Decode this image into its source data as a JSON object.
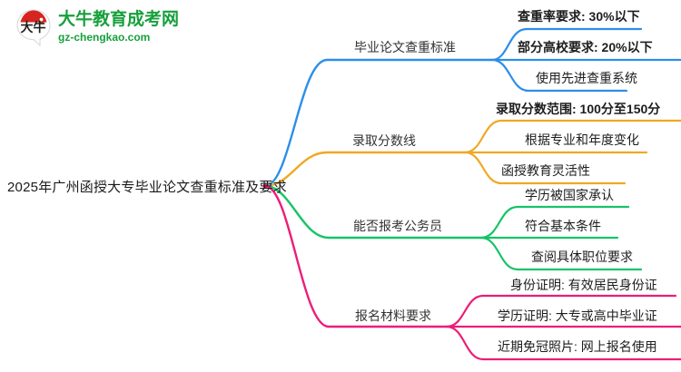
{
  "logo": {
    "name": "大牛教育成考网",
    "domain": "gz-chengkao.com",
    "mark_text": "大牛",
    "brand_color": "#17a03c",
    "mark_accent_color": "#d6241f"
  },
  "mindmap": {
    "root": {
      "label": "2025年广州函授大专毕业论文查重标准及要求"
    },
    "branches": [
      {
        "label": "毕业论文查重标准",
        "color": "#2d8ee8",
        "children": [
          {
            "label": "查重率要求: 30%以下",
            "bold": true
          },
          {
            "label": "部分高校要求: 20%以下",
            "bold": true
          },
          {
            "label": "使用先进查重系统",
            "bold": false
          }
        ]
      },
      {
        "label": "录取分数线",
        "color": "#f0a823",
        "children": [
          {
            "label": "录取分数范围: 100分至150分",
            "bold": true
          },
          {
            "label": "根据专业和年度变化",
            "bold": false
          },
          {
            "label": "函授教育灵活性",
            "bold": false
          }
        ]
      },
      {
        "label": "能否报考公务员",
        "color": "#16c466",
        "children": [
          {
            "label": "学历被国家承认",
            "bold": false
          },
          {
            "label": "符合基本条件",
            "bold": false
          },
          {
            "label": "查阅具体职位要求",
            "bold": false
          }
        ]
      },
      {
        "label": "报名材料要求",
        "color": "#ec1d78",
        "children": [
          {
            "label": "身份证明: 有效居民身份证",
            "bold": false
          },
          {
            "label": "学历证明: 大专或高中毕业证",
            "bold": false
          },
          {
            "label": "近期免冠照片: 网上报名使用",
            "bold": false
          }
        ]
      }
    ]
  }
}
